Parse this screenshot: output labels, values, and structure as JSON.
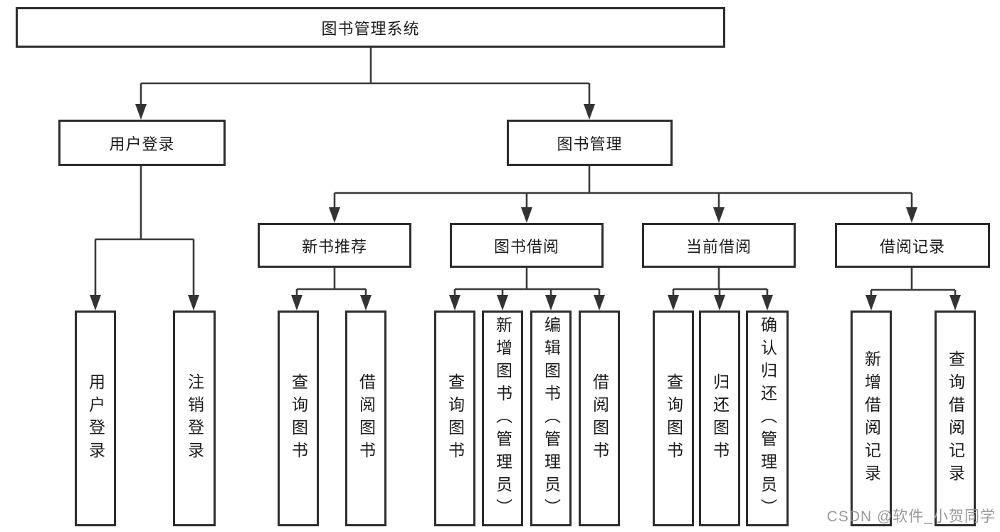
{
  "tree": {
    "label": "图书管理系统",
    "children": [
      {
        "label": "用户登录",
        "children": [
          {
            "label": "用户登录"
          },
          {
            "label": "注销登录"
          }
        ]
      },
      {
        "label": "图书管理",
        "children": [
          {
            "label": "新书推荐",
            "children": [
              {
                "label": "查询图书"
              },
              {
                "label": "借阅图书"
              }
            ]
          },
          {
            "label": "图书借阅",
            "children": [
              {
                "label": "查询图书"
              },
              {
                "label": "新增图书（管理员）"
              },
              {
                "label": "编辑图书（管理员）"
              },
              {
                "label": "借阅图书"
              }
            ]
          },
          {
            "label": "当前借阅",
            "children": [
              {
                "label": "查询图书"
              },
              {
                "label": "归还图书"
              },
              {
                "label": "确认归还（管理员）"
              }
            ]
          },
          {
            "label": "借阅记录",
            "children": [
              {
                "label": "新增借阅记录"
              },
              {
                "label": "查询借阅记录"
              }
            ]
          }
        ]
      }
    ]
  },
  "watermark": {
    "text": "CSDN @软件_小贺同学"
  },
  "colors": {
    "line": "#3a3a3a",
    "box_border": "#2d2d2d",
    "text": "#1c1c1c",
    "watermark": "#949494",
    "background": "#ffffff"
  }
}
